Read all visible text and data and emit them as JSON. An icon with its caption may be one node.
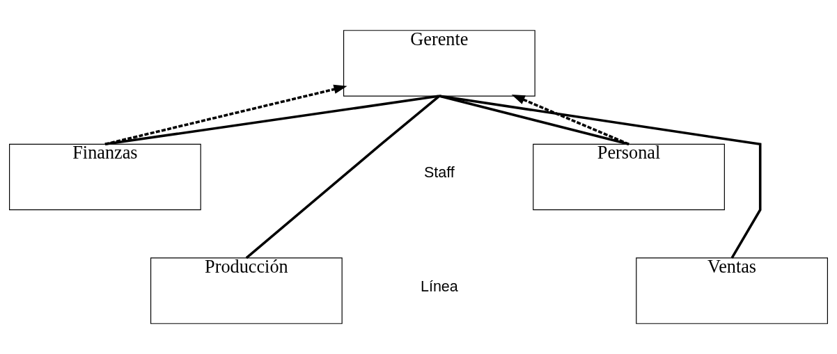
{
  "diagram": {
    "nodes": [
      {
        "text": [
          "Gerente"
        ]
      },
      {
        "text": [
          "Finanzas"
        ]
      },
      {
        "text": [
          "Personal"
        ]
      },
      {
        "text": [
          "Producción"
        ]
      },
      {
        "text": [
          "Ventas"
        ]
      }
    ],
    "edges": [
      {
        "from": 0,
        "to": 1,
        "arrow": "none"
      },
      {
        "from": 0,
        "to": 2,
        "arrow": "none"
      },
      {
        "from": 0,
        "to": 3,
        "arrow": "none"
      },
      {
        "from": 0,
        "to": 4,
        "arrow": "none"
      },
      {
        "from": 1,
        "to": 0,
        "arrow": "to",
        "style": "dashed"
      },
      {
        "from": 2,
        "to": 0,
        "arrow": "to",
        "style": "dashed"
      }
    ],
    "labels": [
      "Staff",
      "Línea"
    ]
  }
}
